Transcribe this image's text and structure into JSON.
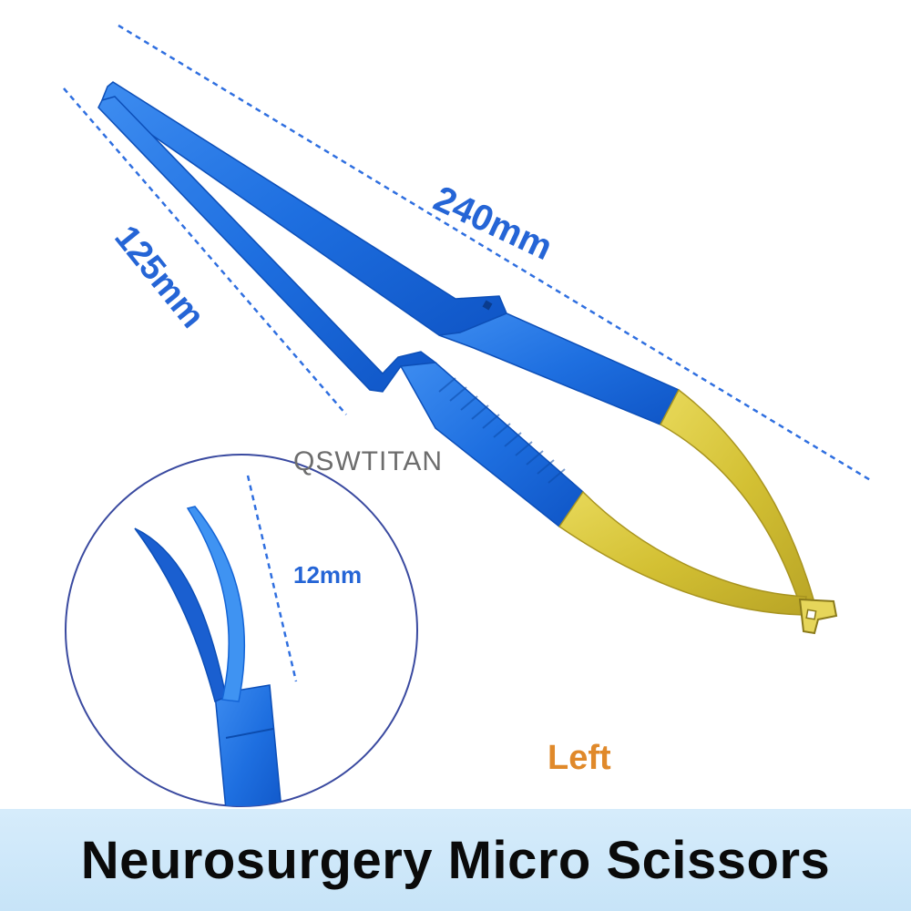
{
  "watermark": "QSWTITAN",
  "dimensions": {
    "total_length": "240mm",
    "blade_length": "125mm",
    "tip_length": "12mm"
  },
  "side_label": "Left",
  "banner": {
    "title": "Neurosurgery Micro Scissors"
  },
  "colors": {
    "instrument_blue": "#1f6fdc",
    "handle_gold": "#d8c63a",
    "dimension_text": "#2565d6",
    "side_label": "#e0892a",
    "banner_bg": "#cfe8f9",
    "inset_border": "#3a4aa0"
  }
}
